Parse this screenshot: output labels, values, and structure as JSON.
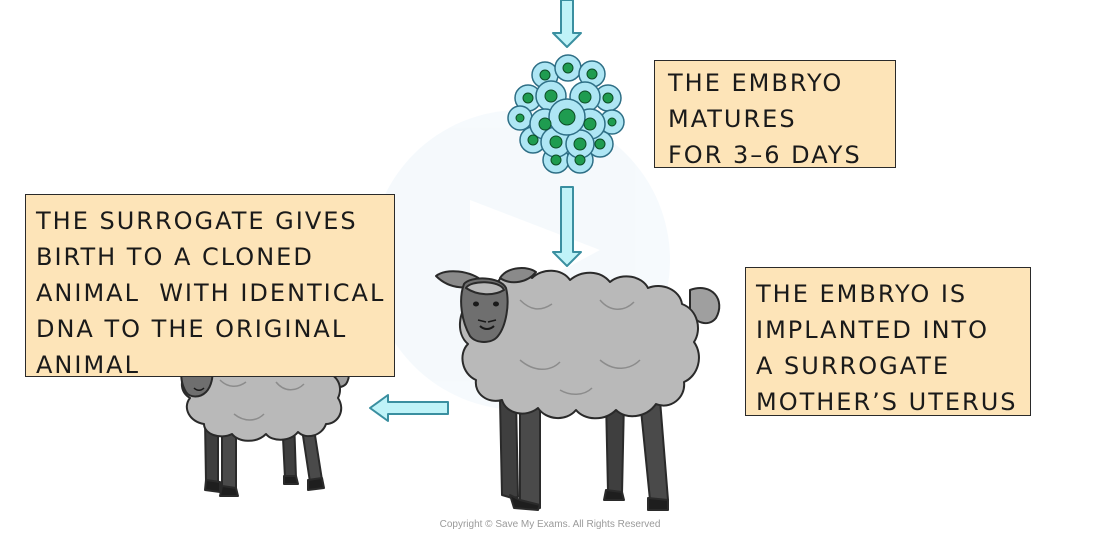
{
  "labels": {
    "embryo_matures": [
      "THE EMBRYO",
      "MATURES",
      "FOR 3–6 DAYS"
    ],
    "implanted": [
      "THE EMBRYO IS",
      "IMPLANTED INTO",
      "A SURROGATE",
      "MOTHER’S UTERUS"
    ],
    "birth": [
      "THE SURROGATE GIVES",
      "BIRTH TO A CLONED",
      "ANIMAL  WITH IDENTICAL",
      "DNA TO THE ORIGINAL",
      "ANIMAL"
    ]
  },
  "copyright": "Copyright © Save My Exams. All Rights Reserved",
  "colors": {
    "arrow_fill": "#bff3f8",
    "arrow_stroke": "#3a8fa0",
    "box_fill": "#fde4b8",
    "cell_outer": "#aee6f4",
    "cell_nucleus": "#1f9c50",
    "sheep_wool": "#b9b9b9",
    "sheep_legs": "#4a4a4a"
  }
}
